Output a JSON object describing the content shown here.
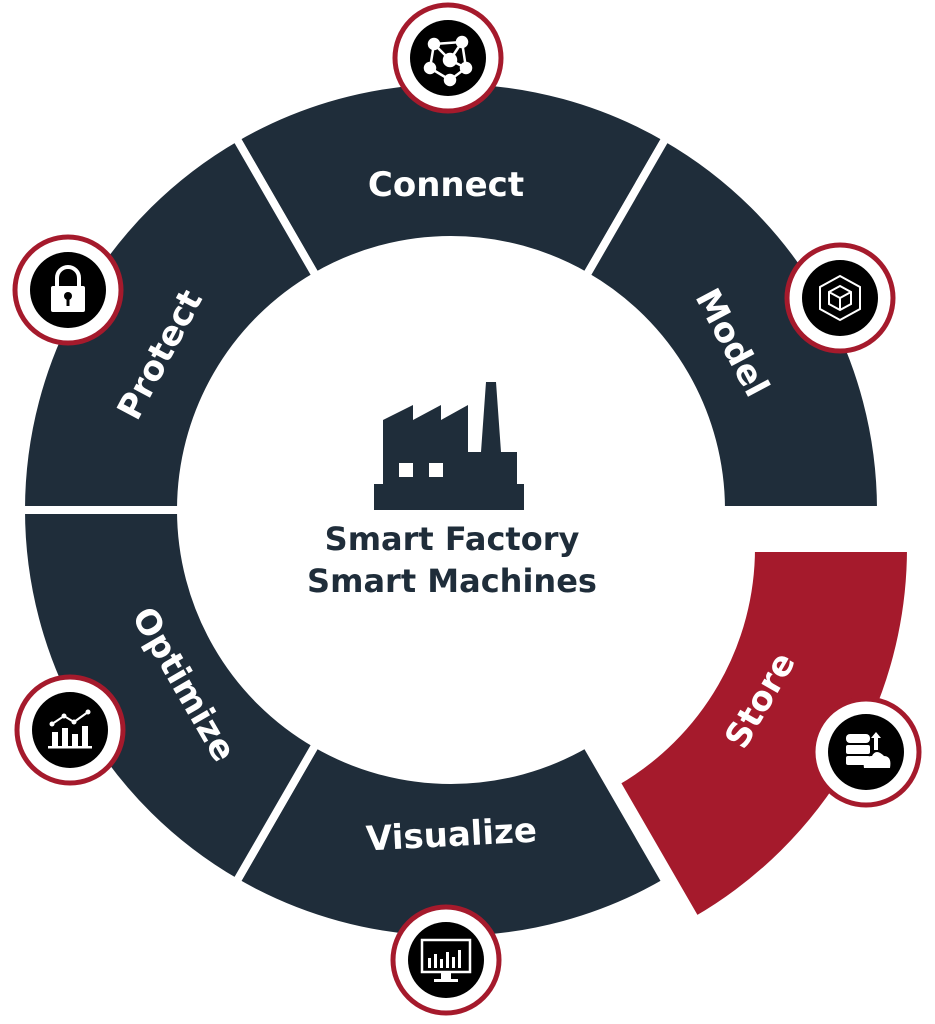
{
  "center": {
    "line1": "Smart Factory",
    "line2": "Smart Machines",
    "icon": "factory-icon"
  },
  "segments": [
    {
      "label": "Connect",
      "icon": "network-nodes-icon",
      "highlighted": false
    },
    {
      "label": "Model",
      "icon": "cube-icon",
      "highlighted": false
    },
    {
      "label": "Store",
      "icon": "database-cloud-upload-icon",
      "highlighted": true
    },
    {
      "label": "Visualize",
      "icon": "monitor-dashboard-icon",
      "highlighted": false
    },
    {
      "label": "Optimize",
      "icon": "bar-chart-trend-icon",
      "highlighted": false
    },
    {
      "label": "Protect",
      "icon": "padlock-icon",
      "highlighted": false
    }
  ],
  "colors": {
    "dark": "#1f2d3a",
    "accent": "#a51a2c",
    "icon_bg": "#000000"
  }
}
